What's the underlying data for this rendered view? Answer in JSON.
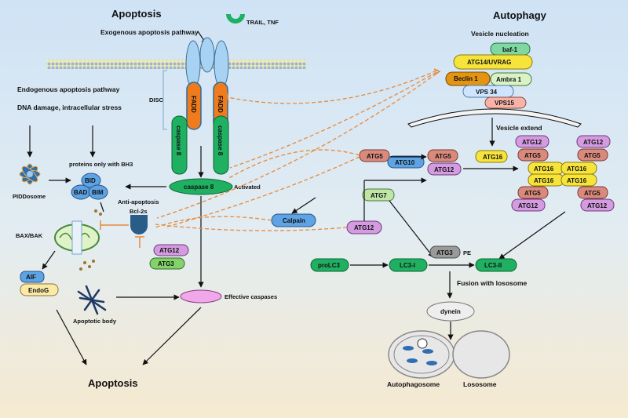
{
  "headers": {
    "apoptosis_left": "Apoptosis",
    "autophagy_right": "Autophagy",
    "apoptosis_bottom": "Apoptosis"
  },
  "labels": {
    "trail_tnf": "TRAIL, TNF",
    "exogenous": "Exogenous apoptosis pathway",
    "endogenous": "Endogenous apoptosis pathway",
    "dna_damage": "DNA damage, intracellular stress",
    "disc": "DISC",
    "fadd": "FADD",
    "caspase8_vertical": "caspase 8",
    "caspase8": "caspase 8",
    "activated": "Activated",
    "proteins_bh3": "proteins only with BH3",
    "bid": "BID",
    "bad": "BAD",
    "bim": "BIM",
    "piddosome": "PIDDosome",
    "anti_apoptosis": "Anti-apoptosis",
    "bcl2s": "Bcl-2s",
    "bax_bak": "BAX/BAK",
    "aif": "AIF",
    "endog": "EndoG",
    "apoptotic_body": "Apoptotic body",
    "effective_caspases": "Effective caspases",
    "atg12": "ATG12",
    "atg3": "ATG3",
    "atg5": "ATG5",
    "atg10": "ATG10",
    "atg7": "ATG7",
    "atg16": "ATG16",
    "calpain": "Calpain",
    "vesicle_nucleation": "Vesicle nucleation",
    "baf1": "baf-1",
    "atg14_uvrag": "ATG14/UVRAG",
    "beclin1": "Beclin 1",
    "ambra1": "Ambra 1",
    "vps34": "VPS 34",
    "vps15": "VPS15",
    "vesicle_extend": "Vesicle extend",
    "prolc3": "proLC3",
    "lc3_i": "LC3-I",
    "lc3_ii": "LC3-II",
    "pe": "PE",
    "fusion": "Fusion with lososome",
    "dynein": "dynein",
    "autophagosome": "Autophagosome",
    "lososome": "Lososome"
  },
  "colors": {
    "atg12": "#d59be0",
    "atg5": "#d98a7c",
    "atg16": "#f7e43a",
    "atg7": "#bfe6a6",
    "green_dark": "#1fb062",
    "blue": "#6ba9e6",
    "orange": "#f07b1c",
    "inhibit": "#e88a3a"
  }
}
